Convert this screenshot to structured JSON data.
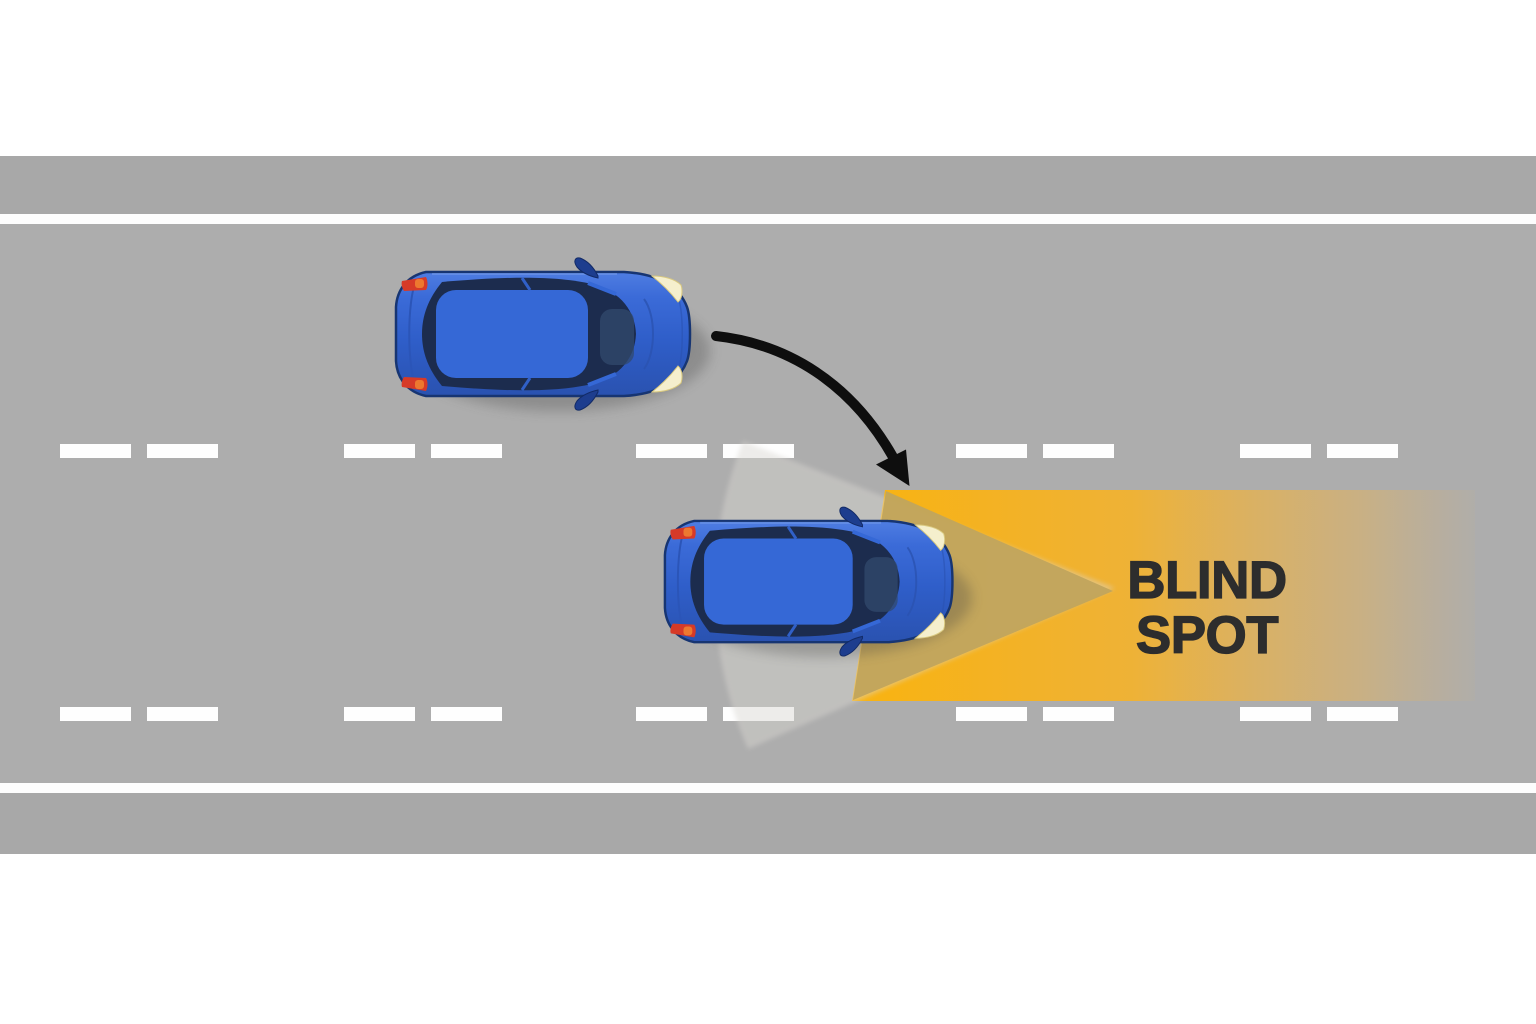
{
  "diagram": {
    "labels": {
      "blind_spot": "BLIND\nSPOT"
    },
    "colors": {
      "background": "#ffffff",
      "road": "#adadad",
      "shoulder": "#a8a8a8",
      "edge_line": "#fdfdfd",
      "lane_marking": "#fefefe",
      "blind_spot_zone": "#f8b314",
      "mirror_cone": "#d9d7d2",
      "cone_over_zone": "#c1a55c",
      "car_body_blue": "#2f5ec9",
      "car_glass": "#1c2c4e",
      "headlight": "#f5efcd",
      "taillight": "#d63a28",
      "arrow": "#0e0e0e",
      "label_text": "#2d2d2d"
    },
    "cars": [
      {
        "name": "overtaking-car",
        "lane": "top"
      },
      {
        "name": "driver-car",
        "lane": "middle"
      }
    ],
    "lane_marking_rows": 2,
    "lane_marking_groups_per_row": 5
  }
}
